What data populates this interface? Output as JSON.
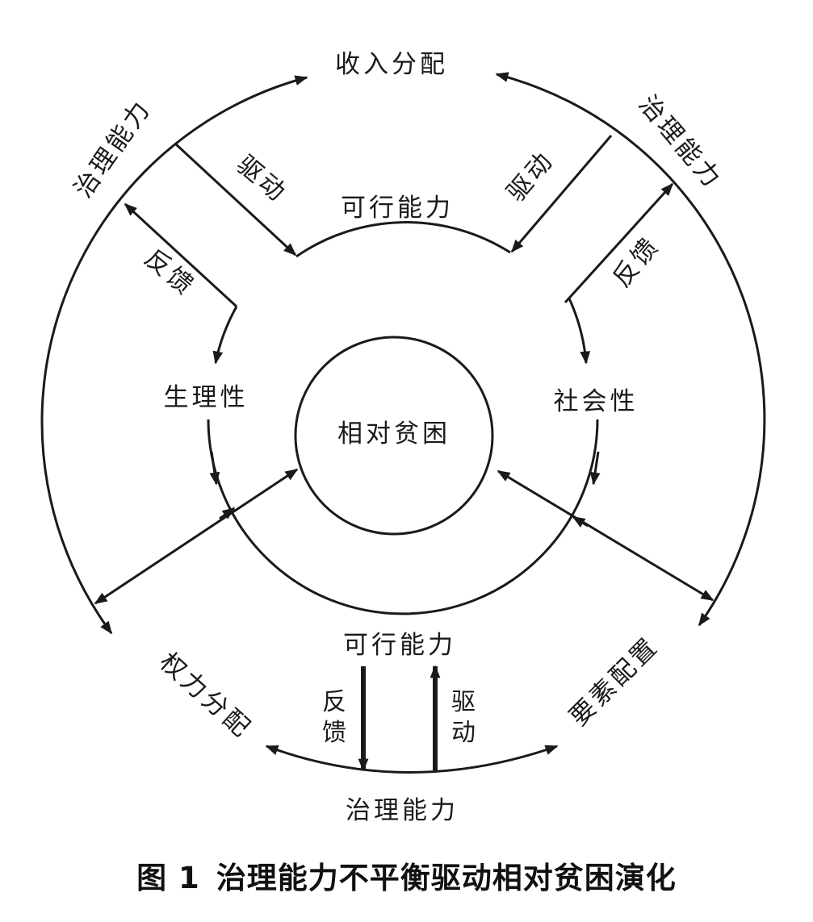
{
  "labels": {
    "income_distribution": "收入分配",
    "power_distribution": "权力分配",
    "factor_allocation": "要素配置",
    "governance_left": "治理能力",
    "governance_right": "治理能力",
    "governance_bottom": "治理能力",
    "capability_top": "可行能力",
    "capability_bottom": "可行能力",
    "physiological": "生理性",
    "social": "社会性",
    "relative_poverty": "相对贫困",
    "drive_left": "驱动",
    "drive_right": "驱动",
    "drive_bottom": "驱动",
    "feedback_left": "反馈",
    "feedback_right": "反馈",
    "feedback_bottom": "反馈"
  },
  "caption": {
    "number": "图 1",
    "title": "治理能力不平衡驱动相对贫困演化"
  }
}
